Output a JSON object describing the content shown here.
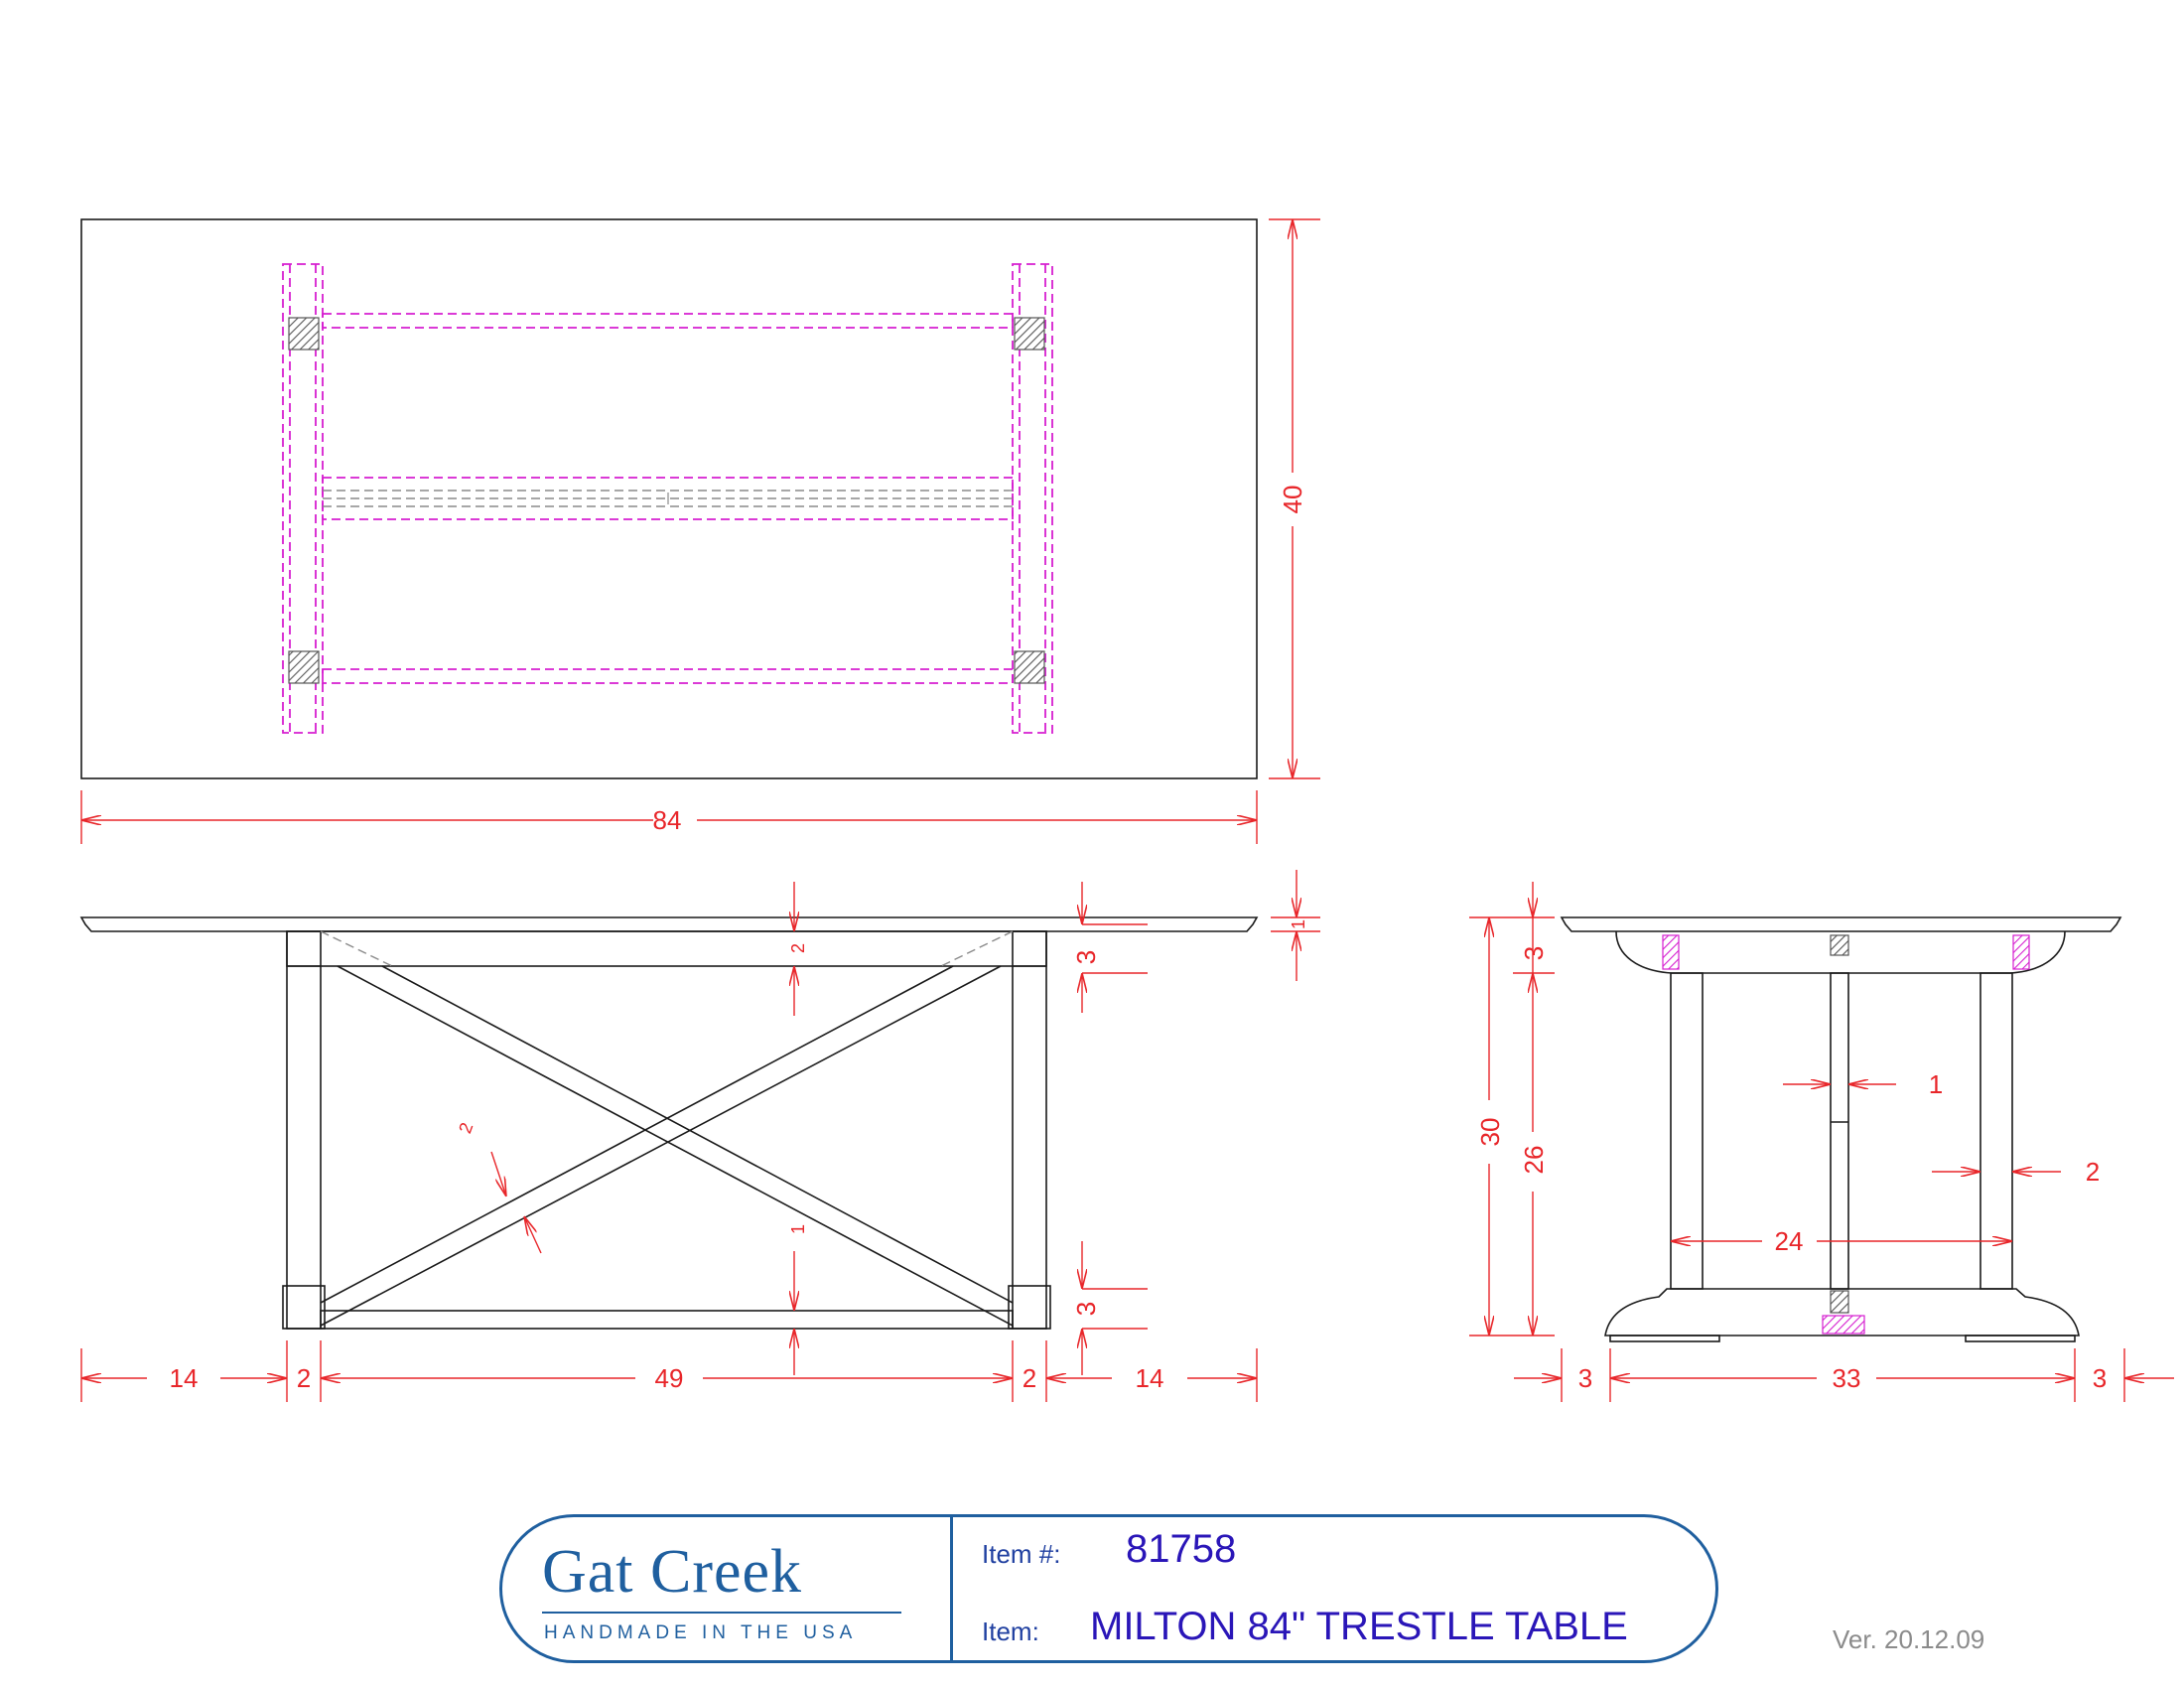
{
  "dimensions": {
    "top_length": "84",
    "top_width": "40",
    "top_thickness": "1",
    "height": "30",
    "leg_height": "26",
    "apron_height": "3",
    "stretcher_height": "3",
    "end_overhang": "14",
    "leg_width": "2",
    "span": "49",
    "base_length": "33",
    "foot_overhang": "3",
    "inner_span": "24",
    "post_width": "1",
    "leg_thickness": "2",
    "brace_width": "2",
    "brace_thickness": "1",
    "apron_top": "2"
  },
  "title_block": {
    "brand": "Gat Creek",
    "tagline": "HANDMADE IN THE USA",
    "item_number_label": "Item #:",
    "item_number": "81758",
    "item_label": "Item:",
    "item_name": "MILTON 84\" TRESTLE TABLE"
  },
  "version": "Ver. 20.12.09",
  "colors": {
    "dimension": "#e8262a",
    "hidden_lines": "#d61fd0",
    "brand": "#1f5f9f",
    "item_text": "#2a16b8"
  }
}
